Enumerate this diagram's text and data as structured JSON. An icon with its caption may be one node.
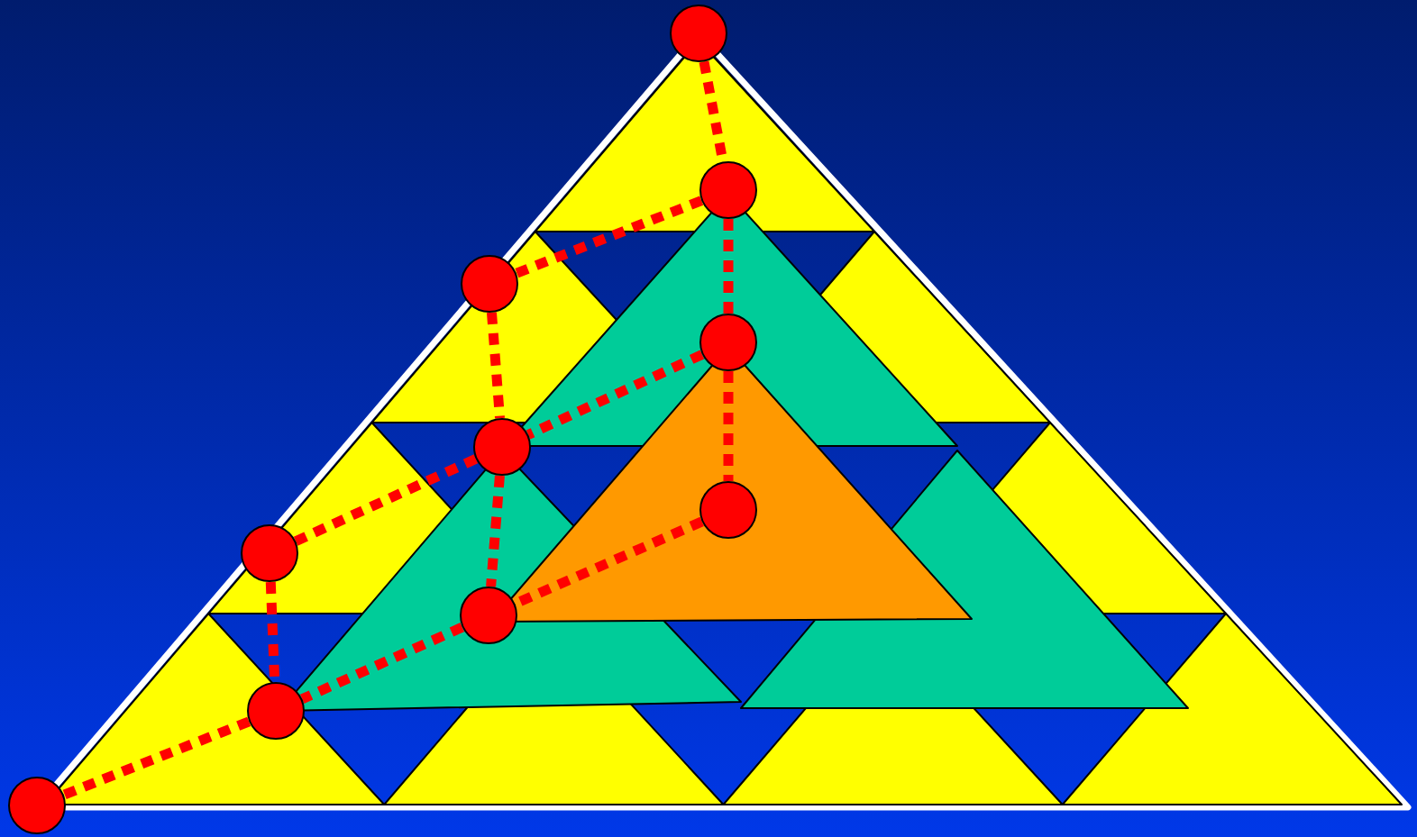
{
  "diagram": {
    "nodes": [
      {
        "text": [],
        "shape": "circle"
      },
      {
        "text": [],
        "shape": "circle"
      },
      {
        "text": [],
        "shape": "circle"
      },
      {
        "text": [],
        "shape": "circle"
      },
      {
        "text": [],
        "shape": "circle"
      },
      {
        "text": [],
        "shape": "circle"
      },
      {
        "text": [],
        "shape": "circle"
      },
      {
        "text": [],
        "shape": "circle"
      },
      {
        "text": [],
        "shape": "circle"
      },
      {
        "text": [],
        "shape": "circle"
      }
    ],
    "edges": [
      {
        "from": 0,
        "to": 1,
        "arrow": "none",
        "style": "dashed"
      },
      {
        "from": 1,
        "to": 2,
        "arrow": "none",
        "style": "dashed"
      },
      {
        "from": 1,
        "to": 3,
        "arrow": "none",
        "style": "dashed"
      },
      {
        "from": 2,
        "to": 4,
        "arrow": "none",
        "style": "dashed"
      },
      {
        "from": 3,
        "to": 4,
        "arrow": "none",
        "style": "dashed"
      },
      {
        "from": 3,
        "to": 5,
        "arrow": "none",
        "style": "dashed"
      },
      {
        "from": 4,
        "to": 6,
        "arrow": "none",
        "style": "dashed"
      },
      {
        "from": 4,
        "to": 7,
        "arrow": "none",
        "style": "dashed"
      },
      {
        "from": 6,
        "to": 8,
        "arrow": "none",
        "style": "dashed"
      },
      {
        "from": 5,
        "to": 7,
        "arrow": "none",
        "style": "dashed"
      },
      {
        "from": 7,
        "to": 8,
        "arrow": "none",
        "style": "dashed"
      },
      {
        "from": 8,
        "to": 9,
        "arrow": "none",
        "style": "dashed"
      }
    ]
  }
}
